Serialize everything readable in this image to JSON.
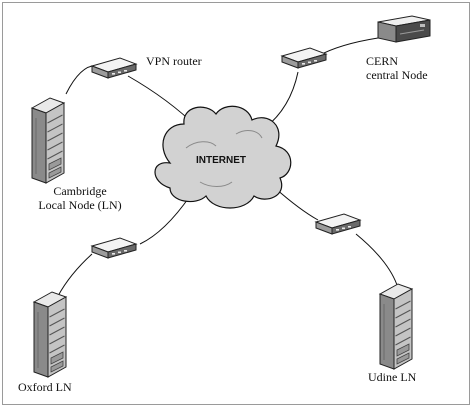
{
  "diagram": {
    "cloud_label": "INTERNET",
    "vpn_router_label": "VPN router",
    "cern_line1": "CERN",
    "cern_line2": "central Node",
    "cambridge_line1": "Cambridge",
    "cambridge_line2": "Local Node (LN)",
    "oxford_label": "Oxford LN",
    "udine_label": "Udine LN",
    "icons": {
      "router": "router-icon",
      "server": "server-tower-icon",
      "central_node": "desktop-node-icon",
      "cloud": "cloud-icon"
    },
    "colors": {
      "cloud_fill": "#d2d2d2",
      "line": "#111111"
    }
  }
}
